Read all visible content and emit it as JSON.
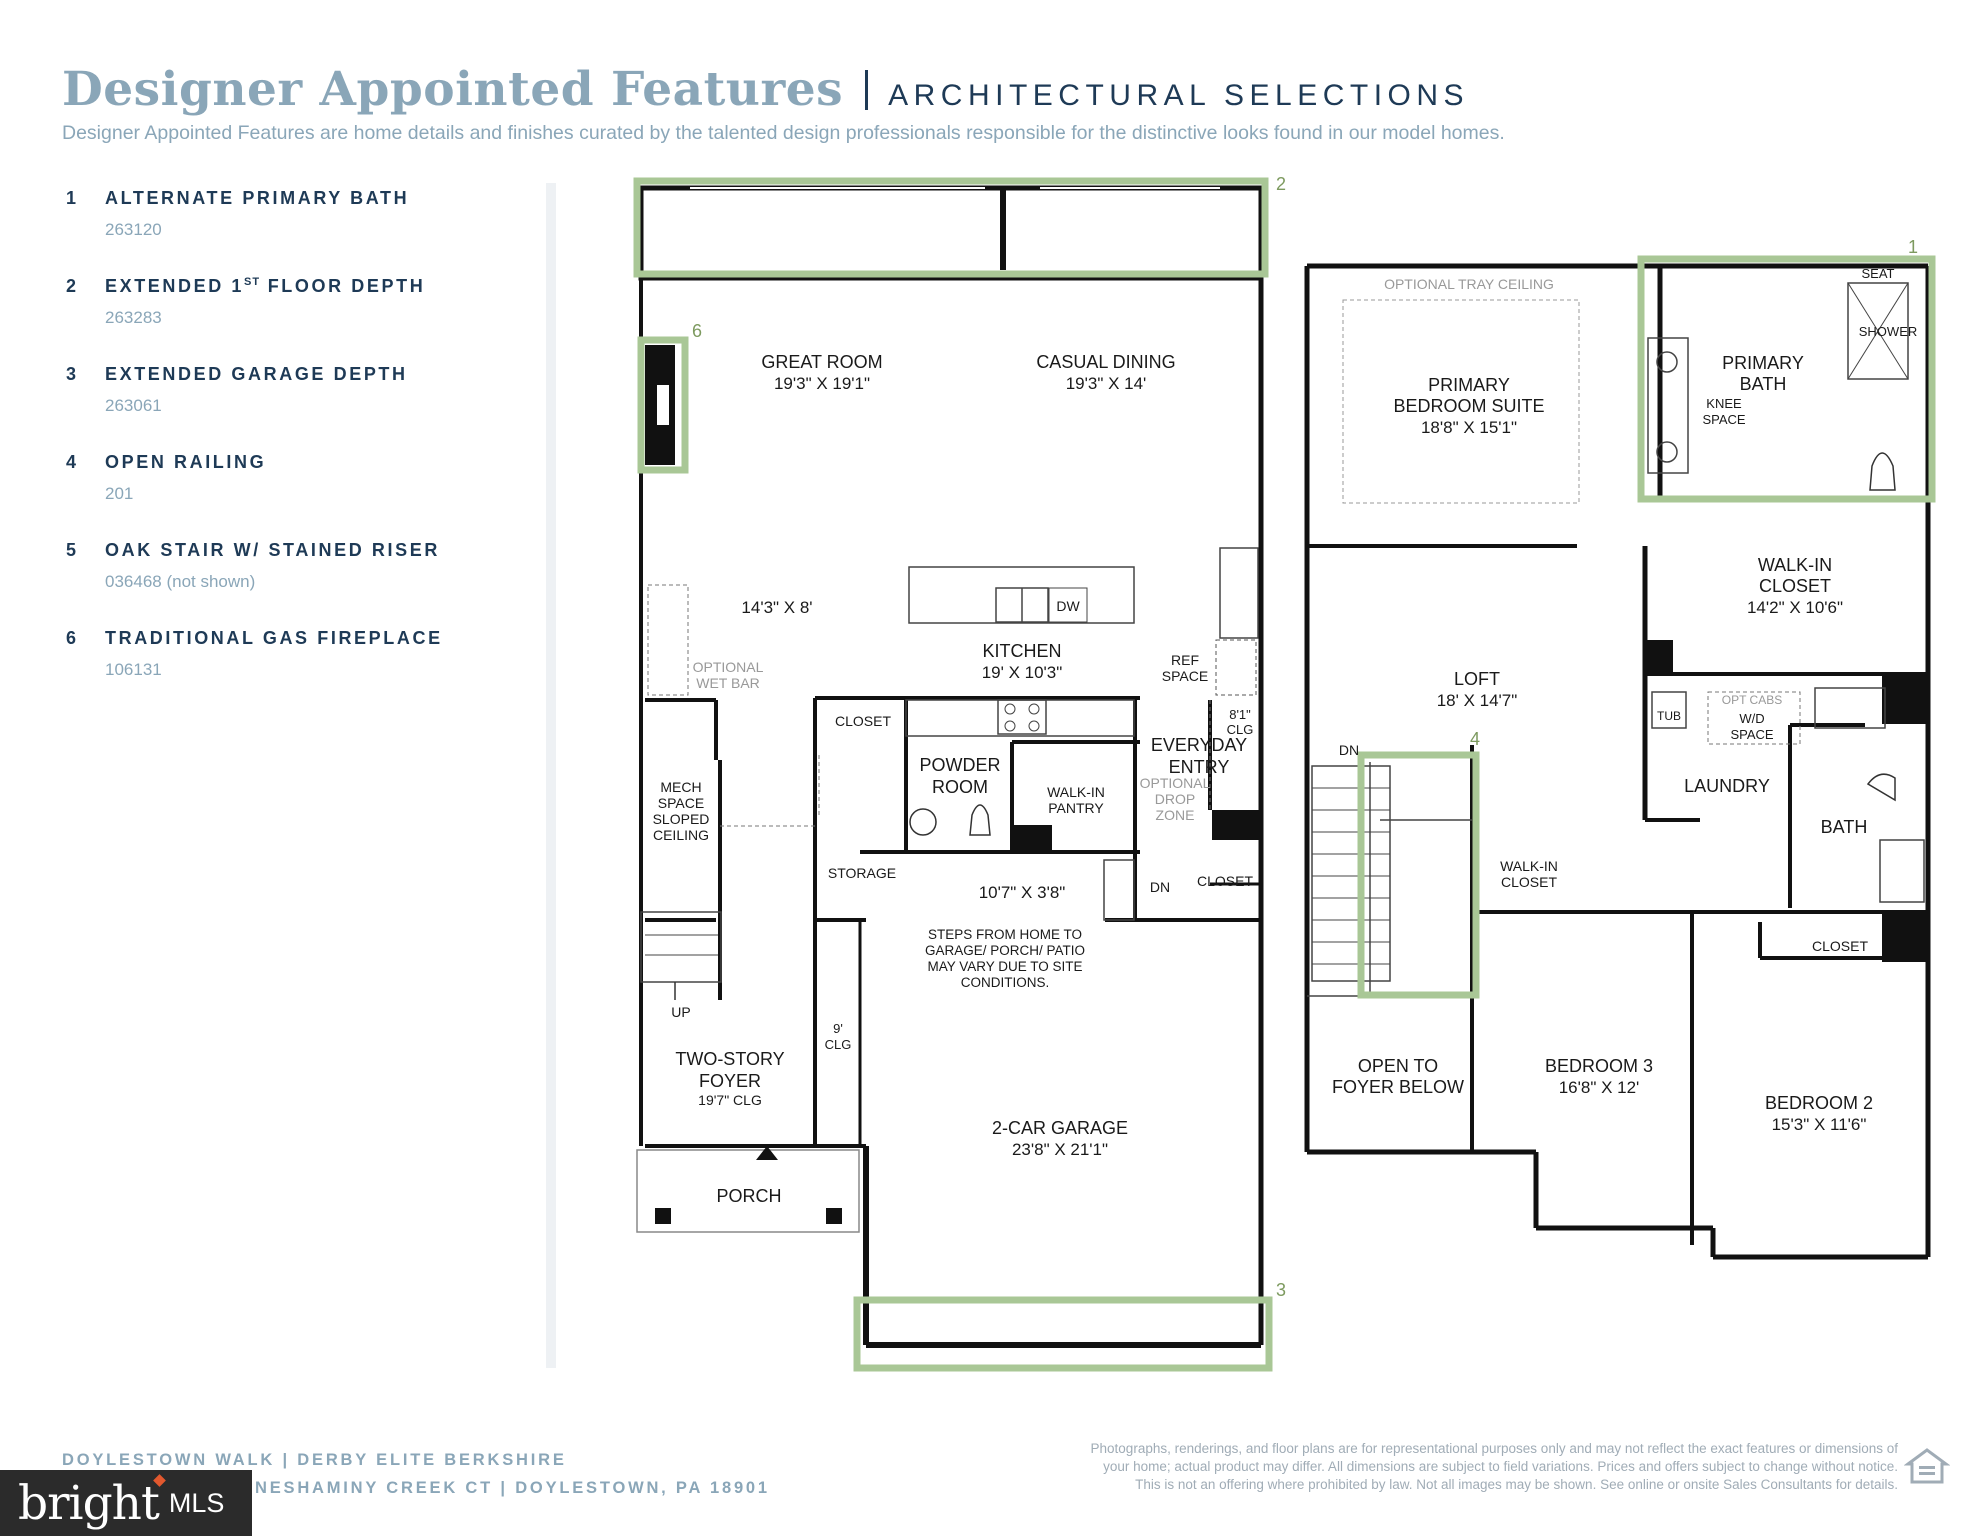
{
  "header": {
    "title": "Designer Appointed Features",
    "section": "ARCHITECTURAL SELECTIONS",
    "subtitle": "Designer Appointed Features are home details and finishes curated by the talented design professionals responsible for the distinctive looks found in our model homes."
  },
  "features": [
    {
      "num": "1",
      "name": "ALTERNATE PRIMARY BATH",
      "code": "263120"
    },
    {
      "num": "2",
      "name_before": "EXTENDED 1",
      "name_sup": "ST",
      "name_after": " FLOOR DEPTH",
      "code": "263283"
    },
    {
      "num": "3",
      "name": "EXTENDED GARAGE DEPTH",
      "code": "263061"
    },
    {
      "num": "4",
      "name": "OPEN RAILING",
      "code": "201"
    },
    {
      "num": "5",
      "name": "OAK STAIR W/ STAINED RISER",
      "code": "036468 (not shown)"
    },
    {
      "num": "6",
      "name": "TRADITIONAL GAS FIREPLACE",
      "code": "106131"
    }
  ],
  "first_floor": {
    "callout_2": "2",
    "callout_3": "3",
    "callout_6": "6",
    "great_room": "GREAT ROOM",
    "great_room_dim": "19'3\" X 19'1\"",
    "casual_dining": "CASUAL DINING",
    "casual_dining_dim": "19'3\" X 14'",
    "dims_143": "14'3\" X 8'",
    "optional_wet_bar_1": "OPTIONAL",
    "optional_wet_bar_2": "WET BAR",
    "dw": "DW",
    "kitchen": "KITCHEN",
    "kitchen_dim": "19' X 10'3\"",
    "ref_space_1": "REF",
    "ref_space_2": "SPACE",
    "clg81_1": "8'1\"",
    "clg81_2": "CLG",
    "closet_a": "CLOSET",
    "everyday_entry_1": "EVERYDAY",
    "everyday_entry_2": "ENTRY",
    "drop_zone_1": "OPTIONAL",
    "drop_zone_2": "DROP",
    "drop_zone_3": "ZONE",
    "powder_1": "POWDER",
    "powder_2": "ROOM",
    "walkin_pantry_1": "WALK-IN",
    "walkin_pantry_2": "PANTRY",
    "mech_1": "MECH",
    "mech_2": "SPACE",
    "mech_3": "SLOPED",
    "mech_4": "CEILING",
    "storage": "STORAGE",
    "dims_107": "10'7\" X 3'8\"",
    "dn": "DN",
    "closet_b": "CLOSET",
    "steps_1": "STEPS FROM HOME TO",
    "steps_2": "GARAGE/ PORCH/ PATIO",
    "steps_3": "MAY VARY DUE TO SITE",
    "steps_4": "CONDITIONS.",
    "up": "UP",
    "foyer_1": "TWO-STORY",
    "foyer_2": "FOYER",
    "foyer_3": "19'7\" CLG",
    "clg9_1": "9'",
    "clg9_2": "CLG",
    "garage": "2-CAR GARAGE",
    "garage_dim": "23'8\" X 21'1\"",
    "porch": "PORCH"
  },
  "second_floor": {
    "callout_1": "1",
    "callout_4": "4",
    "tray": "OPTIONAL TRAY CEILING",
    "primary_suite_1": "PRIMARY",
    "primary_suite_2": "BEDROOM SUITE",
    "primary_suite_dim": "18'8\" X 15'1\"",
    "primary_bath_1": "PRIMARY",
    "primary_bath_2": "BATH",
    "seat": "SEAT",
    "shower": "SHOWER",
    "knee_1": "KNEE",
    "knee_2": "SPACE",
    "walkin_closet_1": "WALK-IN",
    "walkin_closet_2": "CLOSET",
    "walkin_closet_dim": "14'2\" X 10'6\"",
    "loft": "LOFT",
    "loft_dim": "18' X 14'7\"",
    "dn": "DN",
    "tub": "TUB",
    "opt_cabs": "OPT CABS",
    "wd_1": "W/D",
    "wd_2": "SPACE",
    "laundry": "LAUNDRY",
    "bath": "BATH",
    "walkin_closet_small_1": "WALK-IN",
    "walkin_closet_small_2": "CLOSET",
    "closet": "CLOSET",
    "open_foyer_1": "OPEN TO",
    "open_foyer_2": "FOYER BELOW",
    "bedroom3": "BEDROOM 3",
    "bedroom3_dim": "16'8\" X 12'",
    "bedroom2": "BEDROOM 2",
    "bedroom2_dim": "15'3\" X 11'6\""
  },
  "footer": {
    "line1": "DOYLESTOWN WALK   |   DERBY ELITE BERKSHIRE",
    "line2": "NESHAMINY CREEK CT   |   DOYLESTOWN, PA 18901",
    "disclaimer_1": "Photographs, renderings, and floor plans are for representational purposes only and may not reflect the exact features or dimensions of",
    "disclaimer_2": "your home; actual product may differ. All dimensions are subject to field variations. Prices and offers subject to change without notice.",
    "disclaimer_3": "This is not an offering where prohibited by law. Not all images may be shown. See online or onsite Sales Consultants for details."
  },
  "logo": {
    "word": "bright",
    "mls": "MLS"
  },
  "colors": {
    "navy": "#1e3a56",
    "light_blue": "#8aa6b8",
    "highlight_green": "#a9c796",
    "wall": "#111111"
  }
}
